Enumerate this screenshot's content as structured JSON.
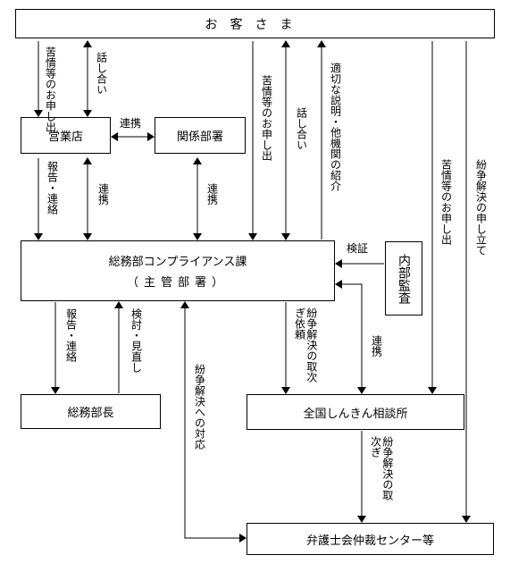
{
  "boxes": {
    "customer": "お客さま",
    "sales_office": "営業店",
    "related_dept": "関係部署",
    "compliance": "総務部コンプライアンス課",
    "compliance_sub": "（主管部署）",
    "internal_audit": "内部監査",
    "gm_director": "総務部長",
    "shinkin_center": "全国しんきん相談所",
    "bar_center": "弁護士会仲裁センター等"
  },
  "labels": {
    "complaint1": "苦情等のお申し出",
    "talk1": "話し合い",
    "coop_sales_related": "連携",
    "report1": "報告・連絡",
    "coop_sales_compliance": "連携",
    "coop_related_compliance": "連携",
    "complaint2": "苦情等のお申し出",
    "talk2": "話し合い",
    "explanation": "適切な説明・他機関の紹介",
    "complaint3": "苦情等のお申し出",
    "dispute_filing": "紛争解決の申し立て",
    "verification": "検証",
    "report2": "報告・連絡",
    "review": "検討・見直し",
    "dispute_response": "紛争解決への対応",
    "dispute_request": "紛争解決の取次ぎ依頼",
    "coop_compliance_shinkin": "連携",
    "dispute_relay": "紛争解決の取次ぎ"
  }
}
